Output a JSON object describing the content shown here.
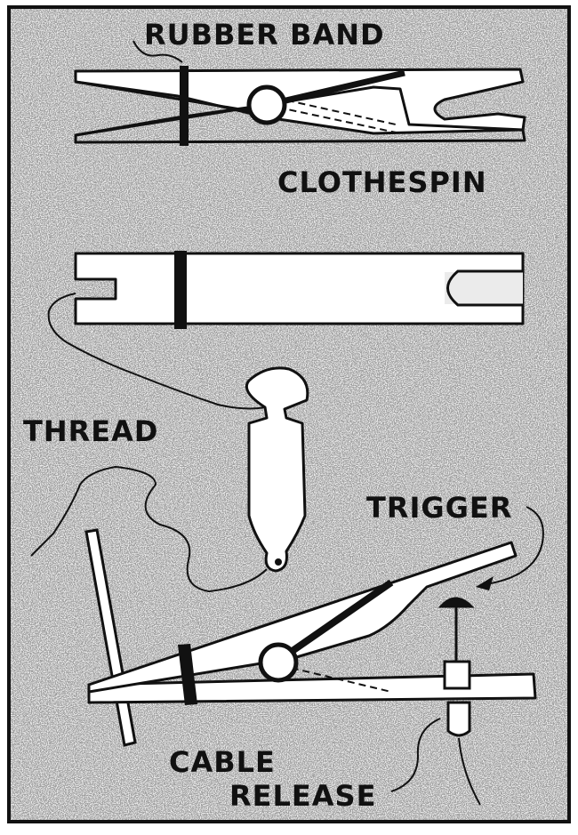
{
  "labels": {
    "rubber_band": "RUBBER BAND",
    "clothespin": "CLOTHESPIN",
    "thread": "THREAD",
    "trigger": "TRIGGER",
    "cable": "CABLE",
    "release": "RELEASE"
  },
  "colors": {
    "background": "#ebebeb",
    "ink": "#111111",
    "paper": "#ffffff",
    "speckle": "#8c8c8c"
  }
}
